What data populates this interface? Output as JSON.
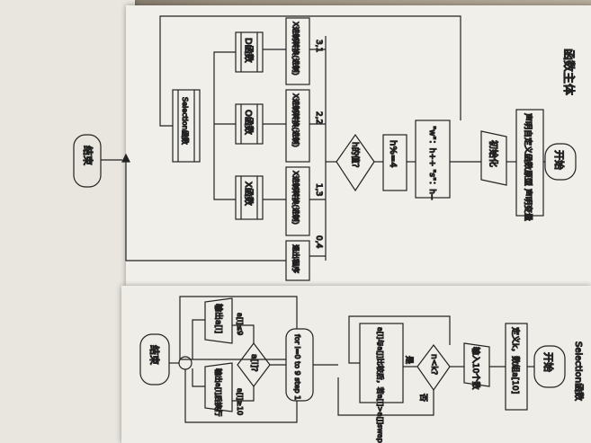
{
  "flowchart_main": {
    "title": "函数主体",
    "start": "开始",
    "declare": "声明自定义函数原型\n声明变量",
    "init": "初始化",
    "loop_update": "\"w\"：h++\n\"s\"：h--",
    "set_h": "h%=4",
    "decision": "h的值？",
    "branch_labels": [
      "0,4",
      "1,3",
      "2,2",
      "3,1"
    ],
    "case0": "退出程序",
    "case1": "X进制转换(进制)",
    "case2": "X进制转换(进制)",
    "case3": "X进制转换(进制)",
    "func_x": "X函数",
    "func_o": "O函数",
    "func_d": "D函数",
    "selection": "Selection函数",
    "end": "结束"
  },
  "flowchart_selection": {
    "title": "Selection函数",
    "start": "开始",
    "define": "定义k，数组a[10]",
    "input": "输入10个数",
    "cond": "n<k?",
    "yes": "是",
    "no": "否",
    "compare": "a[i]与a[j]比较后，若a[i]>a[j]swap",
    "for_loop": "for i=0 to 9 step 1",
    "cond2": "a[i]?",
    "output1": "输出a[i]",
    "output2": "输出a[i]后换行",
    "lt": "a[i]≤9",
    "ge": "a[i]≥10",
    "end": "结束"
  }
}
